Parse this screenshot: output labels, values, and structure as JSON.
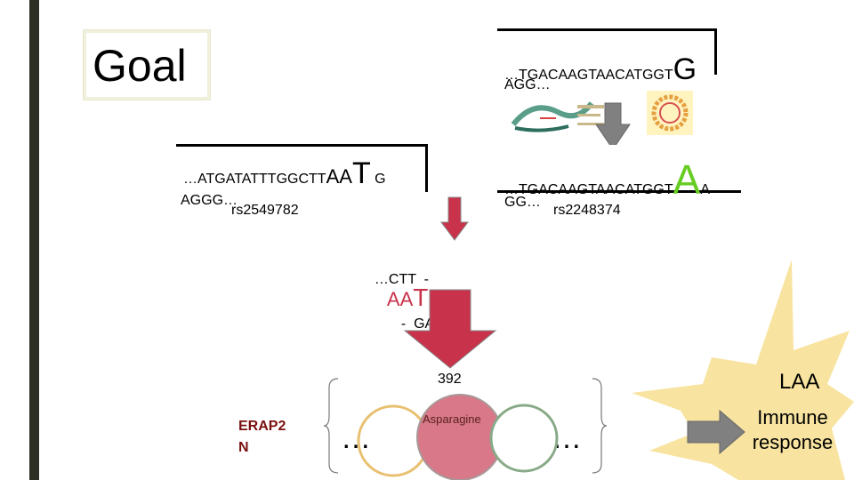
{
  "slide": {
    "title": "Goal",
    "seq_top_right": {
      "prefix": "…TGACAAGTAACATGGT",
      "big": "G",
      "suffix": "AGG…"
    },
    "seq_left": {
      "prefix": "…ATGATATTTGGCTT",
      "big1": "AA",
      "big2": "T",
      "small": "G",
      "suffix": "AGGG…",
      "rs": "rs2549782"
    },
    "seq_right": {
      "prefix": "…TGACAAGTAACATGGT",
      "big": "A",
      "small": "A",
      "suffix": "GG…",
      "rs": "rs2248374"
    },
    "codon_row": {
      "left": "…CTT  -",
      "codon1": "AA",
      "codon2": "T",
      "right": "-  GAG…"
    },
    "position": "392",
    "protein": "ERAP2\nN",
    "residue_label": "Asparagine",
    "ellipsis_left": "…",
    "ellipsis_right": "…",
    "laa": "LAA",
    "immune": "Immune response",
    "colors": {
      "arrow_red": "#c8324a",
      "arrow_gray": "#808080",
      "green_A": "#66cc22",
      "burst": "#f8e4a0",
      "circle_yellow": "#e8c070",
      "circle_pink": "#d87888",
      "circle_green": "#88aa88"
    },
    "icons": [
      "gene-diagram-thumbnail-icon",
      "plasmid-circle-thumbnail-icon"
    ]
  }
}
